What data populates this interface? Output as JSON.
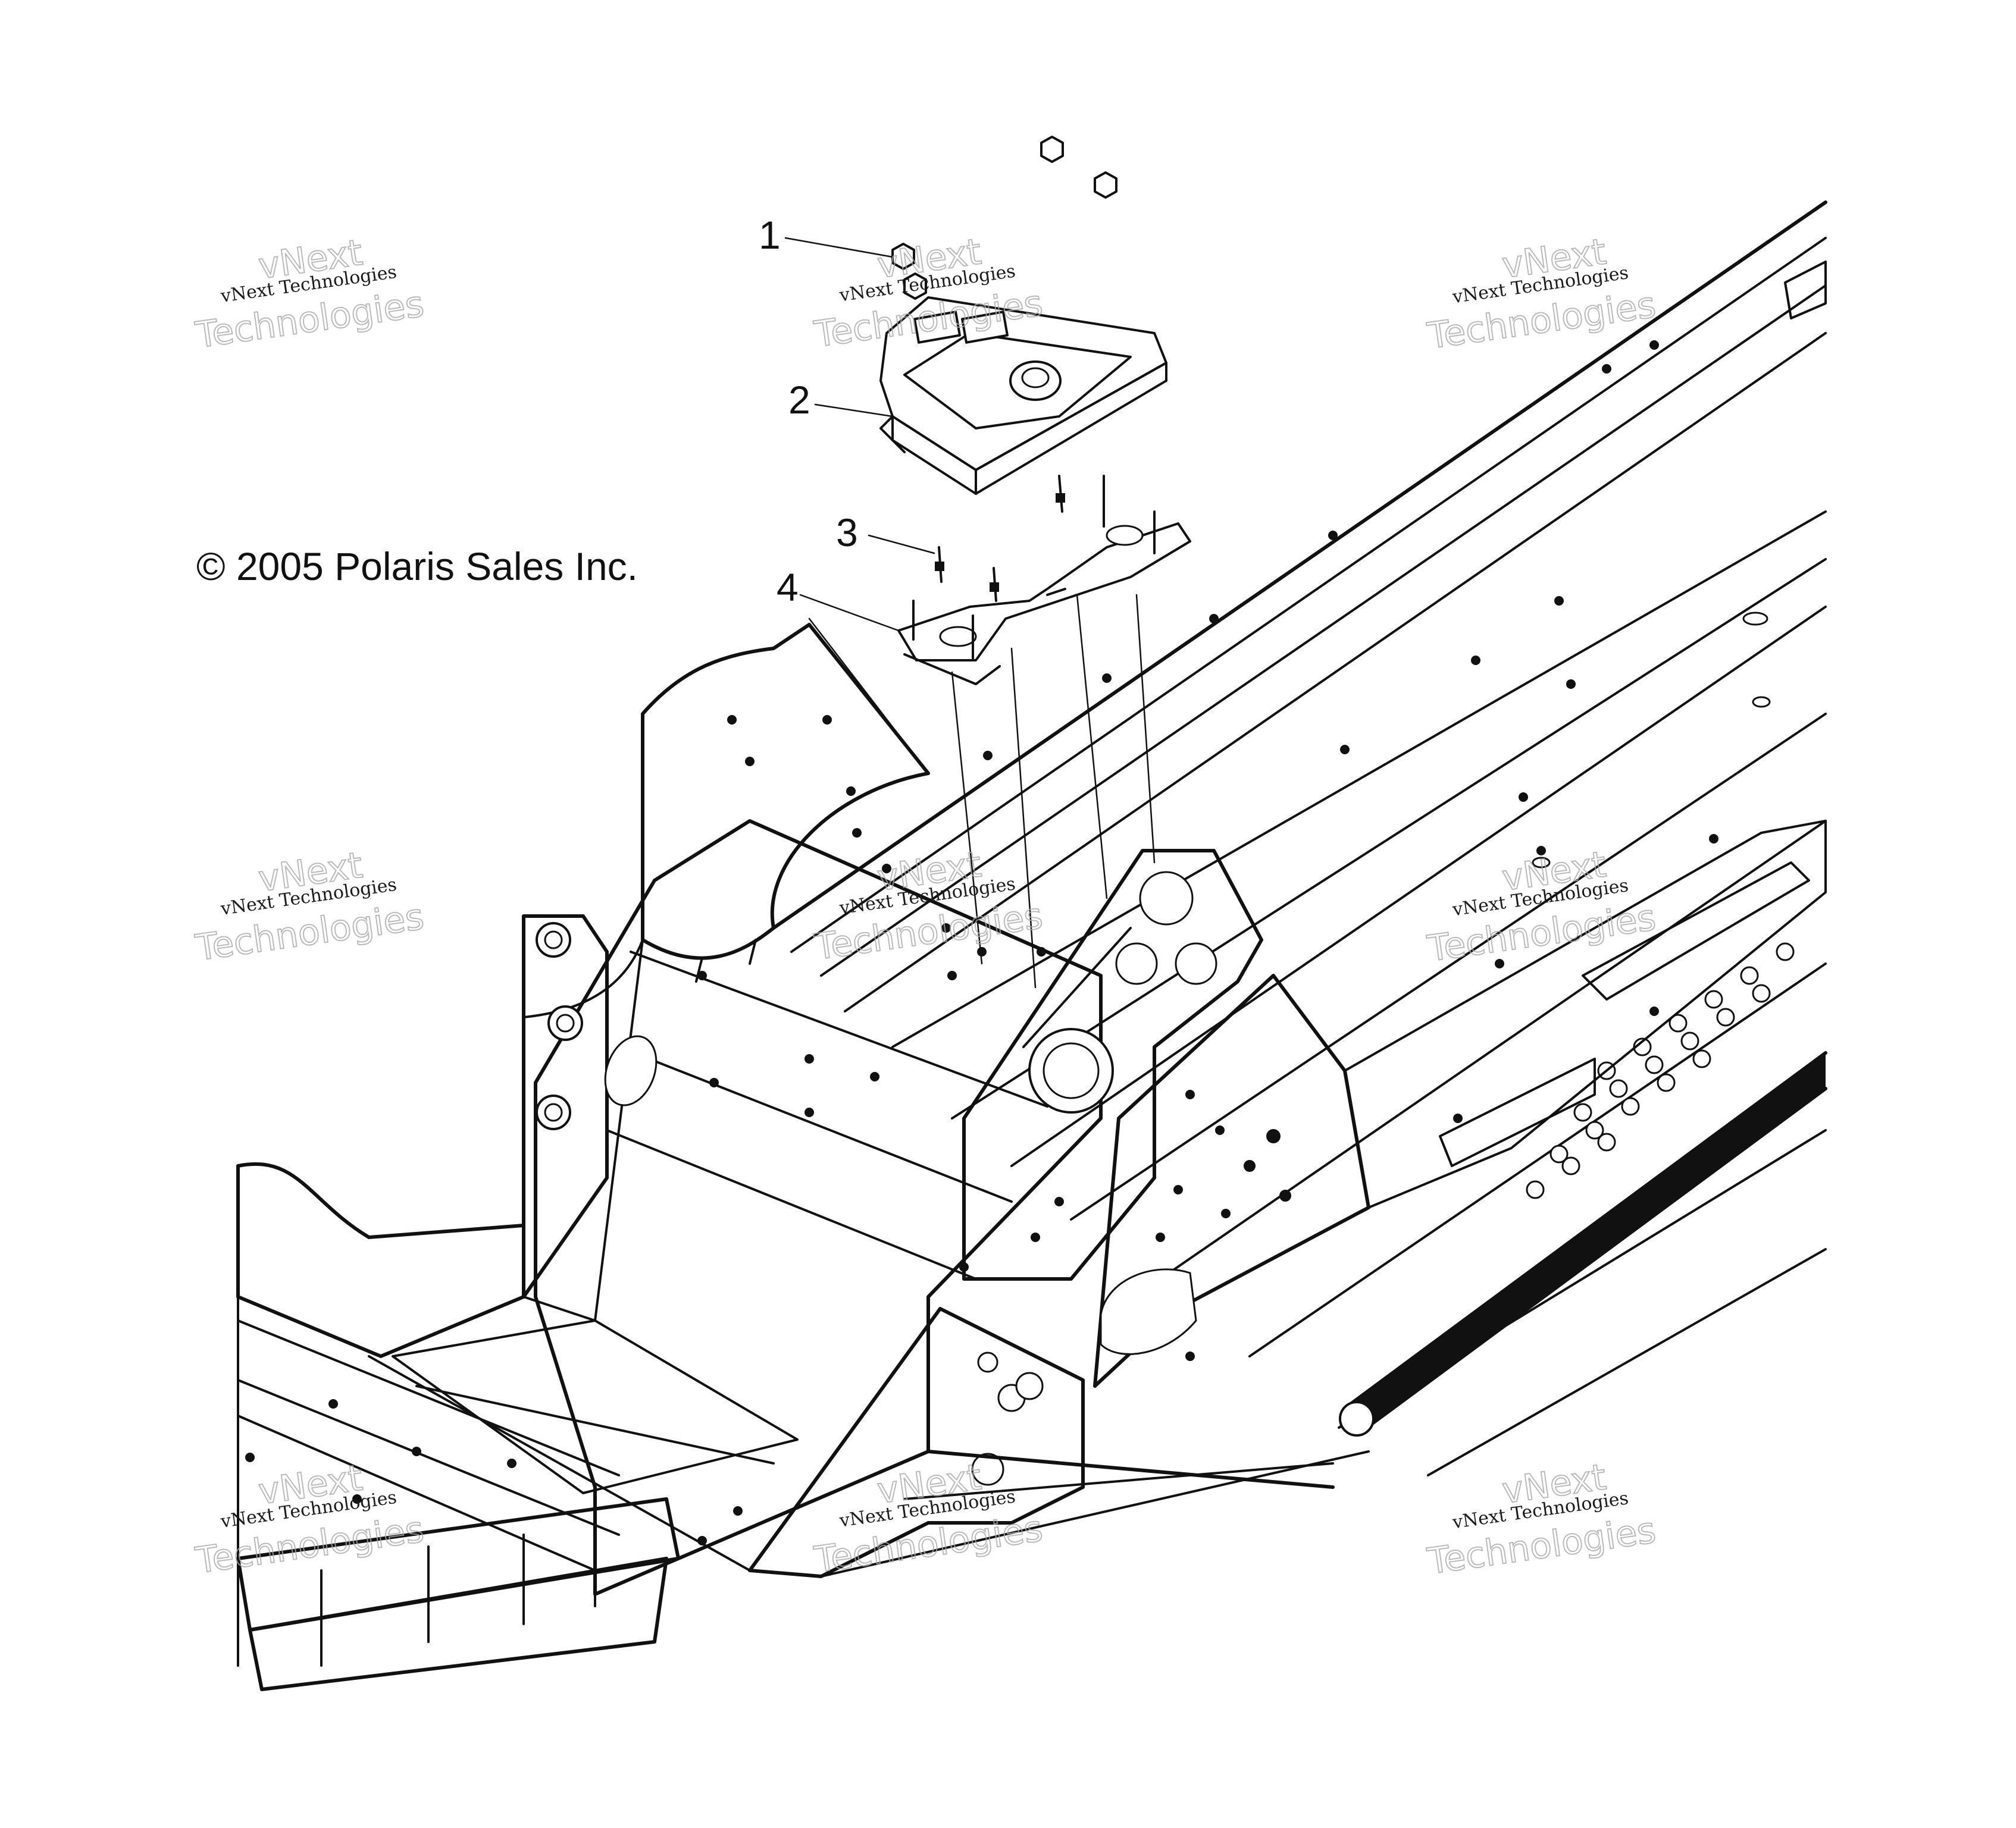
{
  "copyright": "© 2005 Polaris Sales Inc.",
  "callouts": [
    {
      "number": "1",
      "part": "nut"
    },
    {
      "number": "2",
      "part": "control-module"
    },
    {
      "number": "3",
      "part": "screw"
    },
    {
      "number": "4",
      "part": "mounting-bracket"
    }
  ],
  "watermark": {
    "line_a": "vNext Technologies",
    "line_b": "vNext",
    "line_c": "Technologies"
  },
  "colors": {
    "ink": "#111111",
    "background": "#ffffff",
    "watermark": "#aaaaaa"
  }
}
